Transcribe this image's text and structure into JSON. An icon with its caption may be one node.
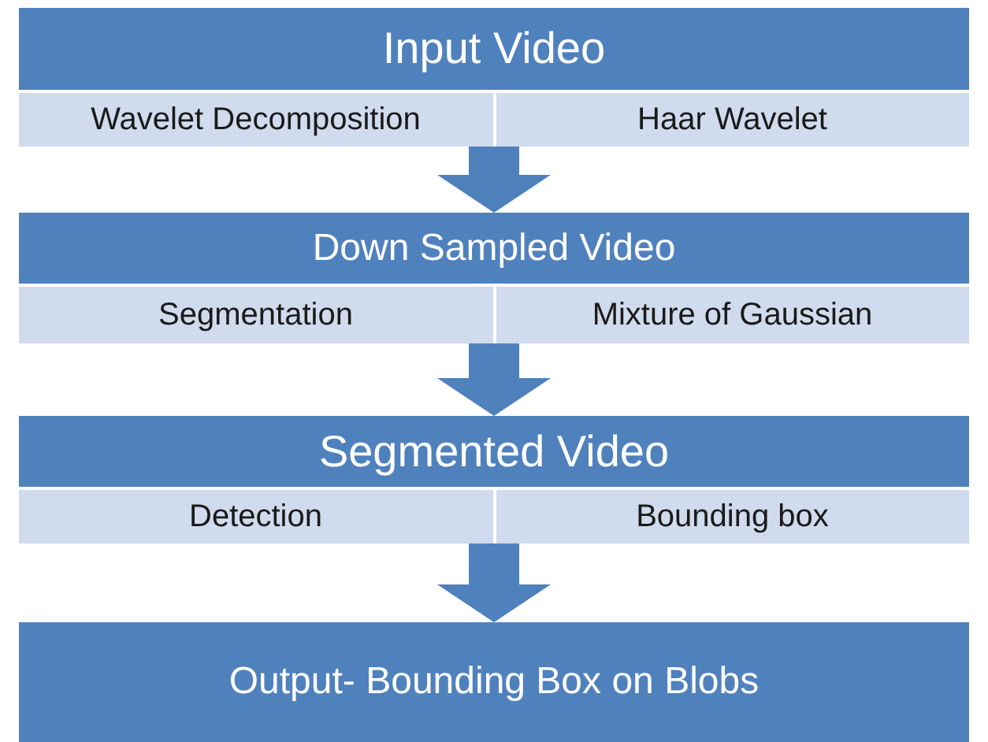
{
  "diagram": {
    "nodes": [
      {
        "text": [
          "Input Video"
        ]
      },
      {
        "text": [
          "Wavelet Decomposition"
        ],
        "in": 0
      },
      {
        "text": [
          "Haar Wavelet"
        ],
        "in": 0
      },
      {
        "text": [
          "Down Sampled Video"
        ]
      },
      {
        "text": [
          "Segmentation"
        ],
        "in": 3
      },
      {
        "text": [
          "Mixture of Gaussian"
        ],
        "in": 3
      },
      {
        "text": [
          "Segmented Video"
        ]
      },
      {
        "text": [
          "Detection"
        ],
        "in": 6
      },
      {
        "text": [
          "Bounding box"
        ],
        "in": 6
      },
      {
        "text": [
          "Output- Bounding Box on Blobs"
        ]
      }
    ],
    "edges": [
      {
        "from": 0,
        "to": 3,
        "arrow": "to"
      },
      {
        "from": 3,
        "to": 6,
        "arrow": "to"
      },
      {
        "from": 6,
        "to": 9,
        "arrow": "to"
      }
    ]
  }
}
